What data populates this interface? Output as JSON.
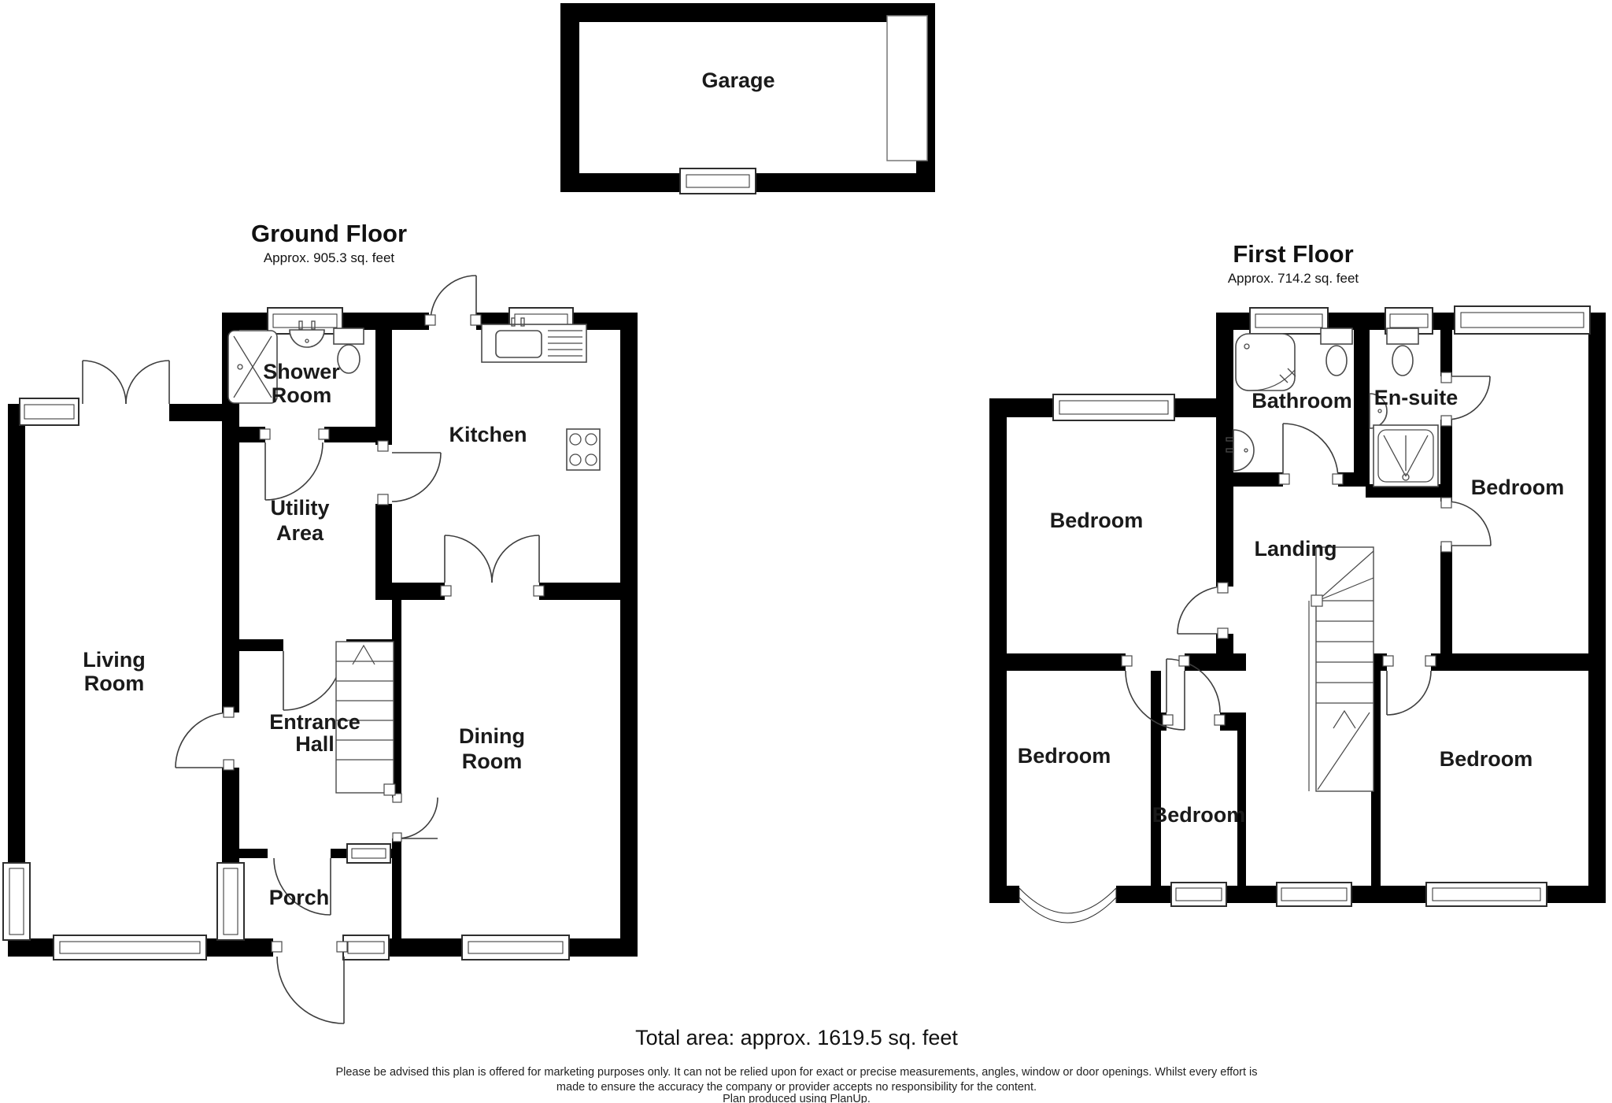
{
  "floors": {
    "ground": {
      "title": "Ground Floor",
      "subtitle": "Approx. 905.3 sq. feet"
    },
    "first": {
      "title": "First Floor",
      "subtitle": "Approx. 714.2 sq. feet"
    }
  },
  "rooms": {
    "garage": "Garage",
    "ground": {
      "shower_line1": "Shower",
      "shower_line2": "Room",
      "kitchen": "Kitchen",
      "utility_line1": "Utility",
      "utility_line2": "Area",
      "living_line1": "Living",
      "living_line2": "Room",
      "entrance_line1": "Entrance",
      "entrance_line2": "Hall",
      "dining_line1": "Dining",
      "dining_line2": "Room",
      "porch": "Porch"
    },
    "first": {
      "bathroom": "Bathroom",
      "ensuite": "En-suite",
      "bedroom_top_left": "Bedroom",
      "bedroom_top_right": "Bedroom",
      "landing": "Landing",
      "bedroom_bottom_left": "Bedroom",
      "bedroom_bottom_middle": "Bedroom",
      "bedroom_bottom_right": "Bedroom"
    }
  },
  "footer": {
    "total_area": "Total area: approx. 1619.5 sq. feet",
    "disclaimer_line1": "Please be advised this plan is offered for marketing purposes only. It can not be relied upon for exact or precise measurements, angles, window or door openings. Whilst every effort is",
    "disclaimer_line2": "made to ensure the accuracy the company or provider accepts no responsibility for the content.",
    "disclaimer_line3": "Plan produced using PlanUp."
  },
  "colors": {
    "wall": "#000000",
    "fixture_stroke": "#4a4a4a",
    "text": "#1a1a1a",
    "background": "#ffffff"
  }
}
